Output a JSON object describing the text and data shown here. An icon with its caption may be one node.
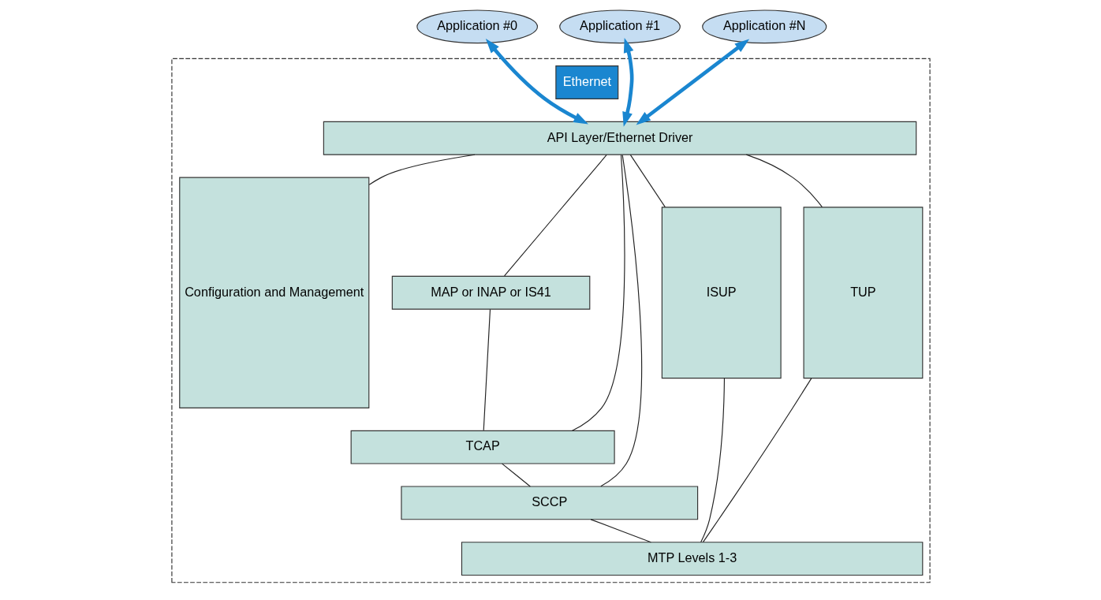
{
  "diagram": {
    "nodes": [
      {
        "text": [
          "Application #0"
        ]
      },
      {
        "text": [
          "Application #1"
        ]
      },
      {
        "text": [
          "Application #N"
        ]
      },
      {
        "text": [],
        "shape": "box"
      },
      {
        "text": [
          "Ethernet"
        ],
        "in": 3
      },
      {
        "text": [
          "API Layer/Ethernet Driver"
        ],
        "in": 3
      },
      {
        "text": [
          "Configuration and Management"
        ],
        "in": 3
      },
      {
        "text": [
          "MAP or INAP or IS41"
        ],
        "in": 3
      },
      {
        "text": [
          "TCAP"
        ],
        "in": 3
      },
      {
        "text": [
          "SCCP"
        ],
        "in": 3
      },
      {
        "text": [
          "ISUP"
        ],
        "in": 3
      },
      {
        "text": [
          "TUP"
        ],
        "in": 3
      },
      {
        "text": [
          "MTP Levels 1-3"
        ],
        "in": 3
      }
    ],
    "edges": [
      {
        "from": 0,
        "to": 5,
        "arrow": "both",
        "style": "thick",
        "color": "#1a86d0"
      },
      {
        "from": 1,
        "to": 5,
        "arrow": "both",
        "style": "thick",
        "color": "#1a86d0"
      },
      {
        "from": 2,
        "to": 5,
        "arrow": "both",
        "style": "thick",
        "color": "#1a86d0"
      },
      {
        "from": 5,
        "to": 6,
        "arrow": "none"
      },
      {
        "from": 5,
        "to": 9,
        "arrow": "none"
      },
      {
        "from": 5,
        "to": 8,
        "arrow": "none"
      },
      {
        "from": 5,
        "to": 7,
        "arrow": "none"
      },
      {
        "from": 5,
        "to": 10,
        "arrow": "none"
      },
      {
        "from": 5,
        "to": 11,
        "arrow": "none"
      },
      {
        "from": 7,
        "to": 8,
        "arrow": "none"
      },
      {
        "from": 8,
        "to": 9,
        "arrow": "none"
      },
      {
        "from": 9,
        "to": 12,
        "arrow": "none"
      },
      {
        "from": 10,
        "to": 12,
        "arrow": "none"
      },
      {
        "from": 11,
        "to": 12,
        "arrow": "none"
      }
    ]
  }
}
